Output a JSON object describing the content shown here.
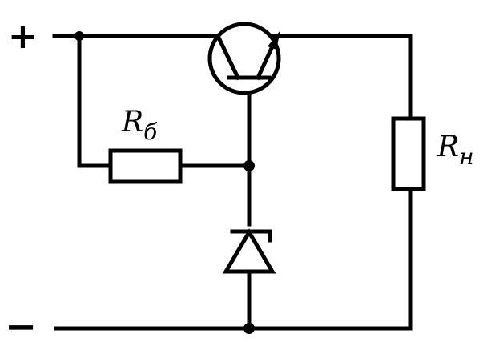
{
  "diagram": {
    "terminals": {
      "positive": "+",
      "negative": "−"
    },
    "labels": {
      "base_resistor_main": "R",
      "base_resistor_sub": "б",
      "load_resistor_main": "R",
      "load_resistor_sub": "н"
    },
    "colors": {
      "line": "#000000",
      "background": "#ffffff"
    }
  }
}
